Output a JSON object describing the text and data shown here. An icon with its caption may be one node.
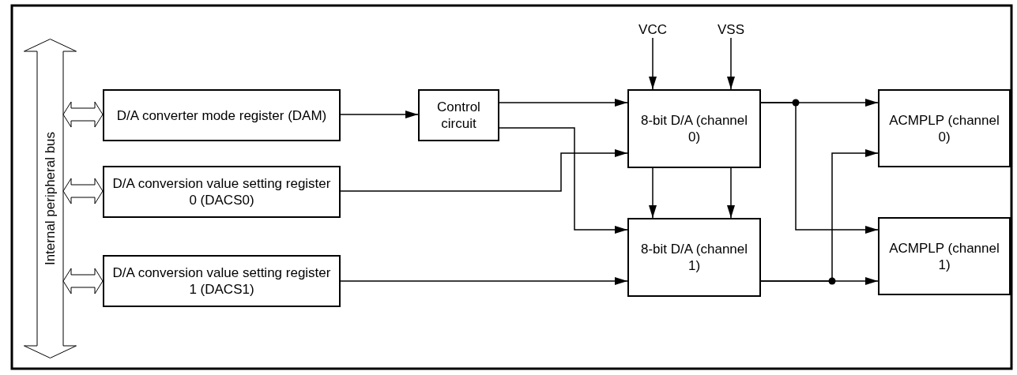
{
  "diagram": {
    "nodes": [
      {
        "text": [
          "Internal peripheral bus"
        ]
      },
      {
        "text": [
          "D/A converter mode register (DAM)"
        ]
      },
      {
        "text": [
          "D/A conversion value setting register 0 (DACS0)"
        ]
      },
      {
        "text": [
          "D/A conversion value setting register 1 (DACS1)"
        ]
      },
      {
        "text": [
          "Control circuit"
        ]
      },
      {
        "text": [
          "VCC"
        ]
      },
      {
        "text": [
          "VSS"
        ]
      },
      {
        "text": [
          "8-bit D/A (channel 0)"
        ]
      },
      {
        "text": [
          "8-bit D/A (channel 1)"
        ]
      },
      {
        "text": [
          "ACMPLP (channel 0)"
        ]
      },
      {
        "text": [
          "ACMPLP (channel 1)"
        ]
      }
    ],
    "edges": [
      {
        "from": 0,
        "to": 1,
        "arrow": "both",
        "style": "thick"
      },
      {
        "from": 0,
        "to": 2,
        "arrow": "both",
        "style": "thick"
      },
      {
        "from": 0,
        "to": 3,
        "arrow": "both",
        "style": "thick"
      },
      {
        "from": 1,
        "to": 4,
        "arrow": "to"
      },
      {
        "from": 4,
        "to": 7,
        "arrow": "to"
      },
      {
        "from": 4,
        "to": 8,
        "arrow": "to"
      },
      {
        "from": 2,
        "to": 7,
        "arrow": "to"
      },
      {
        "from": 3,
        "to": 8,
        "arrow": "to"
      },
      {
        "from": 5,
        "to": 7,
        "arrow": "to"
      },
      {
        "from": 6,
        "to": 7,
        "arrow": "to"
      },
      {
        "from": 7,
        "to": 8,
        "arrow": "to"
      },
      {
        "from": 7,
        "to": 8,
        "arrow": "to"
      },
      {
        "from": 7,
        "to": 9,
        "arrow": "to"
      },
      {
        "from": 7,
        "to": 10,
        "arrow": "to"
      },
      {
        "from": 8,
        "to": 10,
        "arrow": "to"
      },
      {
        "from": 8,
        "to": 9,
        "arrow": "to"
      }
    ]
  }
}
